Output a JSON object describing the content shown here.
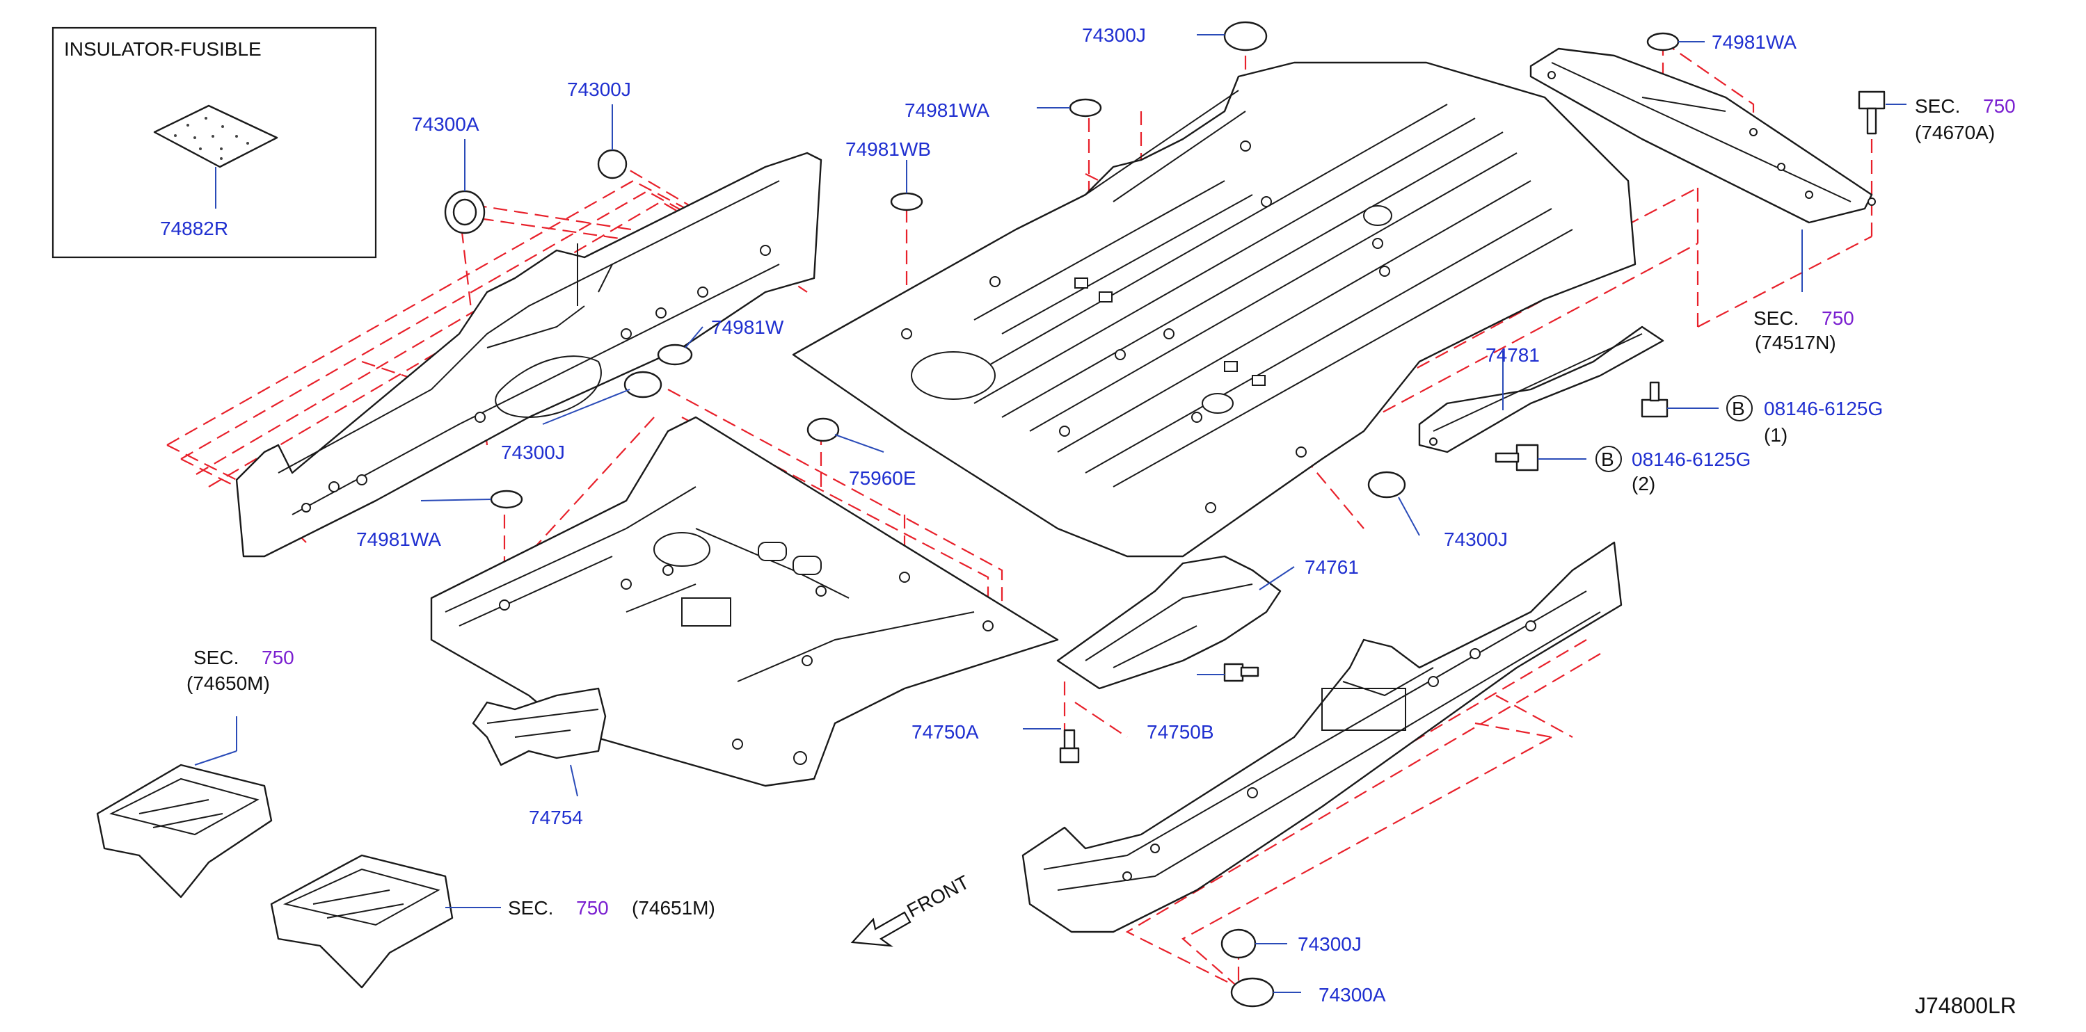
{
  "inset": {
    "title": "INSULATOR-FUSIBLE",
    "part": "74882R"
  },
  "parts": {
    "p74300A_top": "74300A",
    "p74300J_topleft": "74300J",
    "p74300J_top": "74300J",
    "p74981WA_top": "74981WA",
    "p74981WA_right": "74981WA",
    "p74981WB": "74981WB",
    "p74981W": "74981W",
    "p74300J_mid": "74300J",
    "p74981WA_left": "74981WA",
    "p75960E": "75960E",
    "p74781": "74781",
    "p74300J_right": "74300J",
    "p74761": "74761",
    "p74750A": "74750A",
    "p74750B": "74750B",
    "p74754": "74754",
    "p74300J_bottom": "74300J",
    "p74300A_bottom": "74300A"
  },
  "bolts": [
    {
      "circle": "B",
      "part": "08146-6125G",
      "qty": "(1)"
    },
    {
      "circle": "B",
      "part": "08146-6125G",
      "qty": "(2)"
    }
  ],
  "sections": [
    {
      "sec": "SEC.",
      "num": "750",
      "ref": "(74670A)"
    },
    {
      "sec": "SEC.",
      "num": "750",
      "ref": "(74517N)"
    },
    {
      "sec": "SEC.",
      "num": "750",
      "ref": "(74650M)"
    },
    {
      "sec": "SEC.",
      "num": "750",
      "ref": "(74651M)"
    }
  ],
  "front_label": "FRONT",
  "diagram_id": "J74800LR",
  "colors": {
    "red_dash": "#e8202a",
    "label_blue": "#1f2fd0",
    "section_purple": "#7a1fd0"
  }
}
